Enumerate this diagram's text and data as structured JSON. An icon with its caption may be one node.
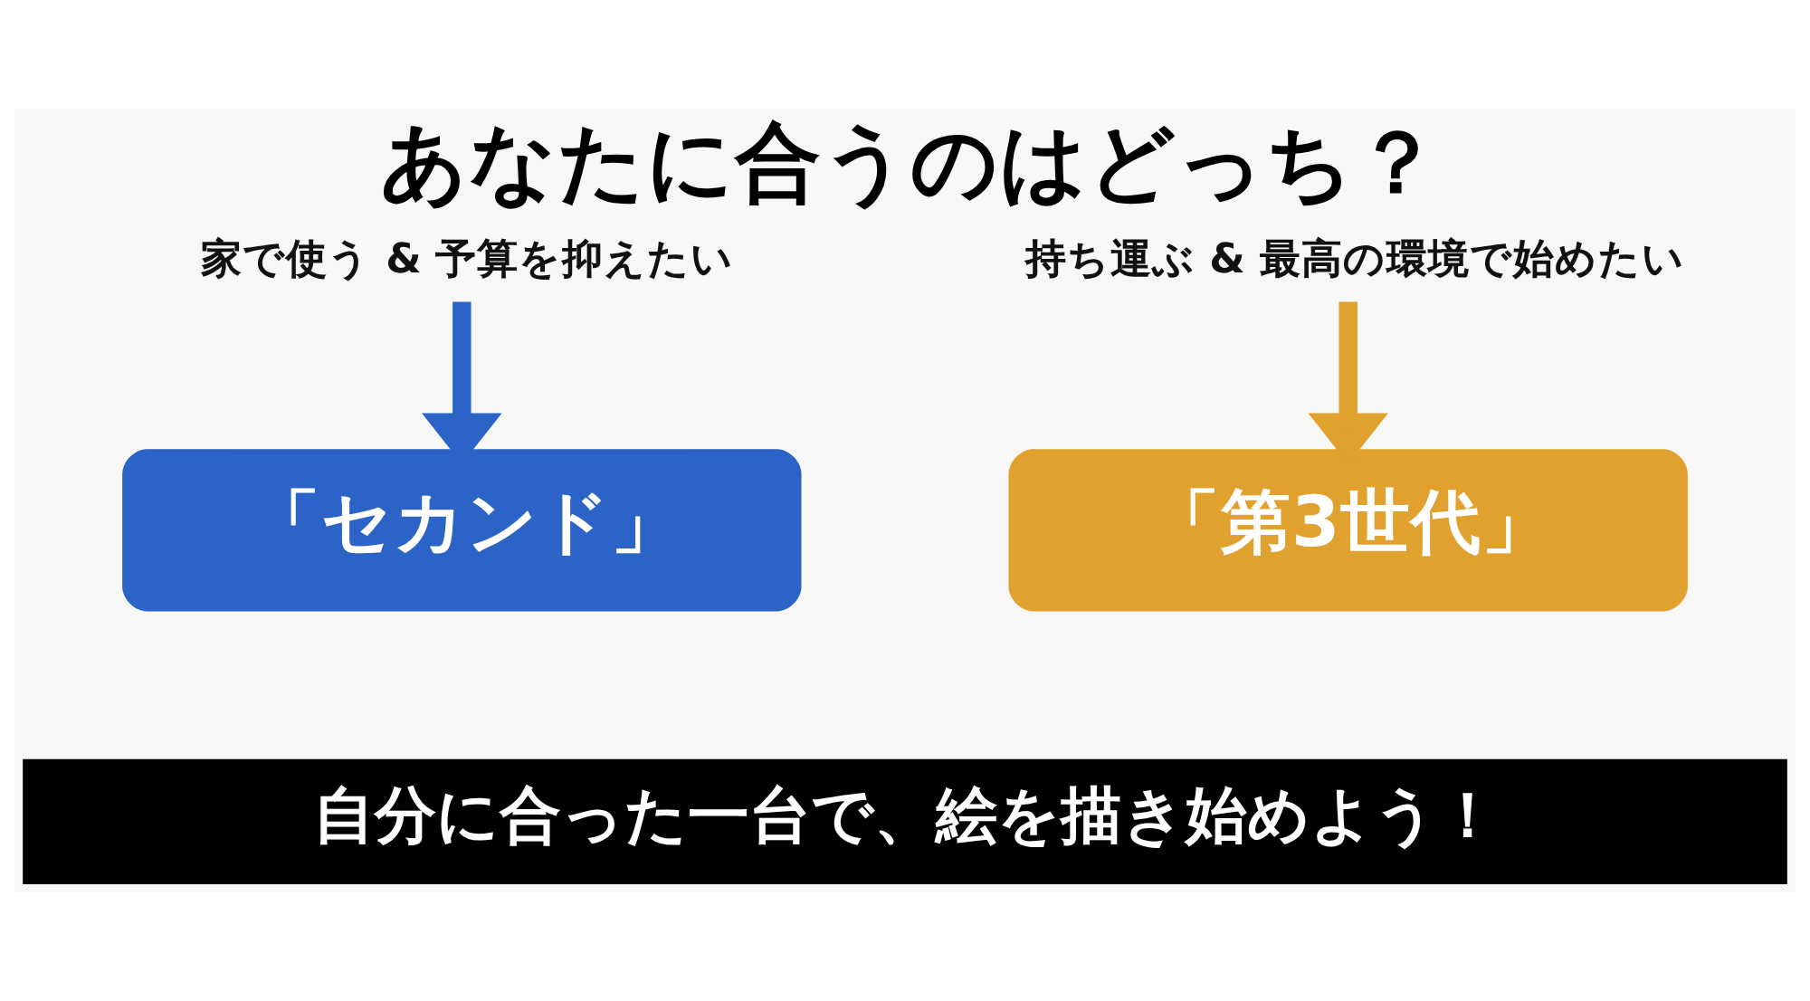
{
  "diagram": {
    "title": "あなたに合うのはどっち？",
    "nodes": [
      {
        "text": [
          "家で使う & 予算を抑えたい"
        ]
      },
      {
        "text": [
          "持ち運ぶ & 最高の環境で始めたい"
        ]
      },
      {
        "text": [
          "「セカンド」"
        ]
      },
      {
        "text": [
          "「第3世代」"
        ]
      }
    ],
    "edges": [
      {
        "from": 0,
        "to": 2,
        "arrow": "to",
        "color": "#2b63c6"
      },
      {
        "from": 1,
        "to": 3,
        "arrow": "to",
        "color": "#e0a12f"
      }
    ],
    "caption": "自分に合った一台で、絵を描き始めよう！"
  }
}
